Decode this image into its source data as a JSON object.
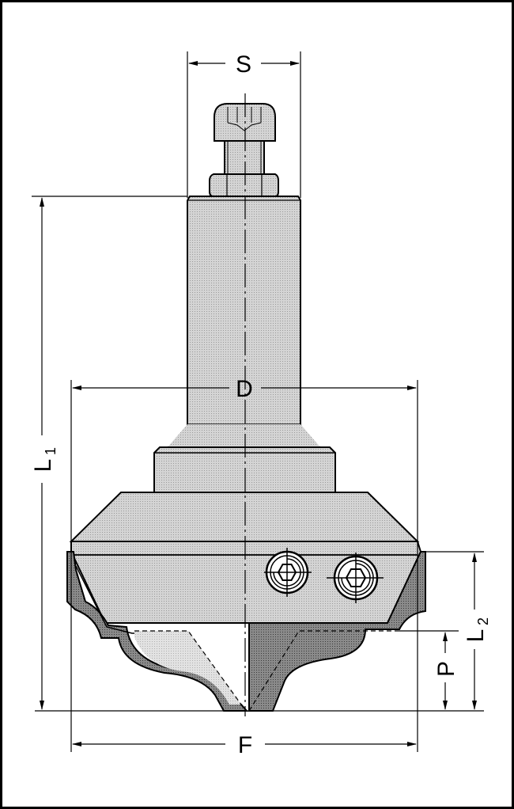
{
  "diagram": {
    "type": "technical-drawing",
    "subject": "profile router bit with shank, bearing nut and replaceable cutting knives",
    "colors": {
      "line": "#000000",
      "body_fill": "#c8c8c8",
      "body_fill_light": "#d9d9d9",
      "knife_fill": "#7a7a7a",
      "background": "#ffffff"
    },
    "dimensions": {
      "S": {
        "label": "S",
        "meaning": "shank diameter",
        "orientation": "horizontal"
      },
      "D": {
        "label": "D",
        "meaning": "cutting diameter",
        "orientation": "horizontal"
      },
      "F": {
        "label": "F",
        "meaning": "profile width",
        "orientation": "horizontal"
      },
      "L1": {
        "label": "L",
        "subscript": "1",
        "meaning": "overall length",
        "orientation": "vertical"
      },
      "L2": {
        "label": "L",
        "subscript": "2",
        "meaning": "cutting length",
        "orientation": "vertical"
      },
      "P": {
        "label": "P",
        "meaning": "profile depth",
        "orientation": "vertical"
      }
    },
    "parts": [
      "cap-screw",
      "hex-nut",
      "shank",
      "collar",
      "cutter-body",
      "clamp-screw-1",
      "clamp-screw-2",
      "knife-left",
      "knife-right"
    ]
  }
}
